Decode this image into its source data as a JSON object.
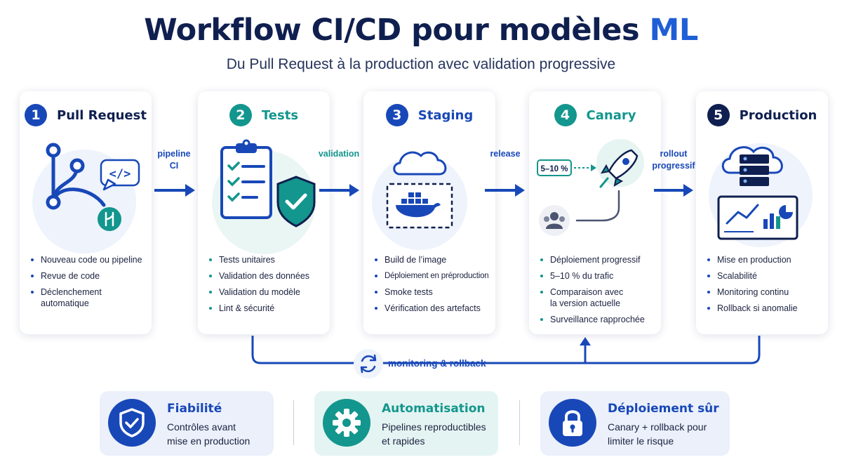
{
  "header": {
    "title_main": "Workflow CI/CD pour modèles",
    "title_accent": "ML",
    "subtitle": "Du Pull Request à la production avec validation progressive"
  },
  "stages": [
    {
      "number": "1",
      "title": "Pull Request",
      "bullets": [
        "Nouveau code ou pipeline",
        "Revue de code",
        "Déclenchement automatique"
      ]
    },
    {
      "number": "2",
      "title": "Tests",
      "bullets": [
        "Tests unitaires",
        "Validation des données",
        "Validation du modèle",
        "Lint & sécurité"
      ]
    },
    {
      "number": "3",
      "title": "Staging",
      "bullets": [
        "Build de l’image",
        "Déploiement en préproduction",
        "Smoke tests",
        "Vérification des artefacts"
      ]
    },
    {
      "number": "4",
      "title": "Canary",
      "canary_badge": "5–10 %",
      "bullets": [
        "Déploiement progressif",
        "5–10 % du trafic",
        "Comparaison avec",
        "la version actuelle",
        "Surveillance rapprochée"
      ]
    },
    {
      "number": "5",
      "title": "Production",
      "bullets": [
        "Mise en production",
        "Scalabilité",
        "Monitoring continu",
        "Rollback si anomalie"
      ]
    }
  ],
  "flows": [
    {
      "line1": "pipeline",
      "line2": "CI"
    },
    {
      "line1": "validation",
      "line2": ""
    },
    {
      "line1": "release",
      "line2": ""
    },
    {
      "line1": "rollout",
      "line2": "progressif"
    }
  ],
  "feedback": {
    "label": "monitoring & rollback"
  },
  "features": [
    {
      "title": "Fiabilité",
      "line1": "Contrôles avant",
      "line2": "mise en production",
      "icon": "shield-check-icon"
    },
    {
      "title": "Automatisation",
      "line1": "Pipelines reproductibles",
      "line2": "et rapides",
      "icon": "gear-icon"
    },
    {
      "title": "Déploiement sûr",
      "line1": "Canary + rollback pour",
      "line2": "limiter le risque",
      "icon": "lock-icon"
    }
  ],
  "colors": {
    "navy": "#0f1f4f",
    "blue": "#1848b8",
    "accent": "#1f5fd6",
    "teal": "#13968d",
    "light_blue": "#e8effc",
    "light_teal": "#e4f4f2"
  }
}
